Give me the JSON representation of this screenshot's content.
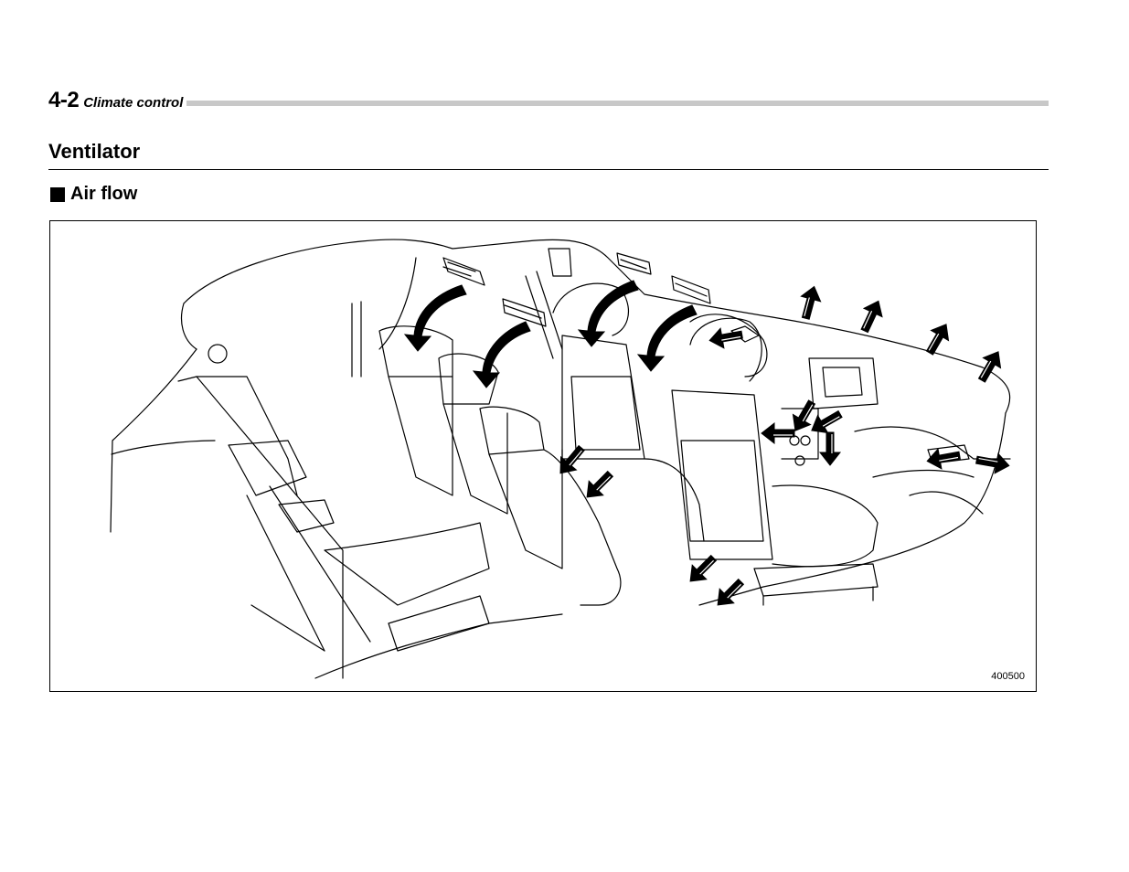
{
  "header": {
    "page_number": "4-2",
    "section_label": "Climate control"
  },
  "content": {
    "title": "Ventilator",
    "subsection": "Air flow",
    "subsection_icon": "filled-square-icon"
  },
  "figure": {
    "code": "400500",
    "arrow_color": "#000000",
    "line_color": "#000000"
  }
}
